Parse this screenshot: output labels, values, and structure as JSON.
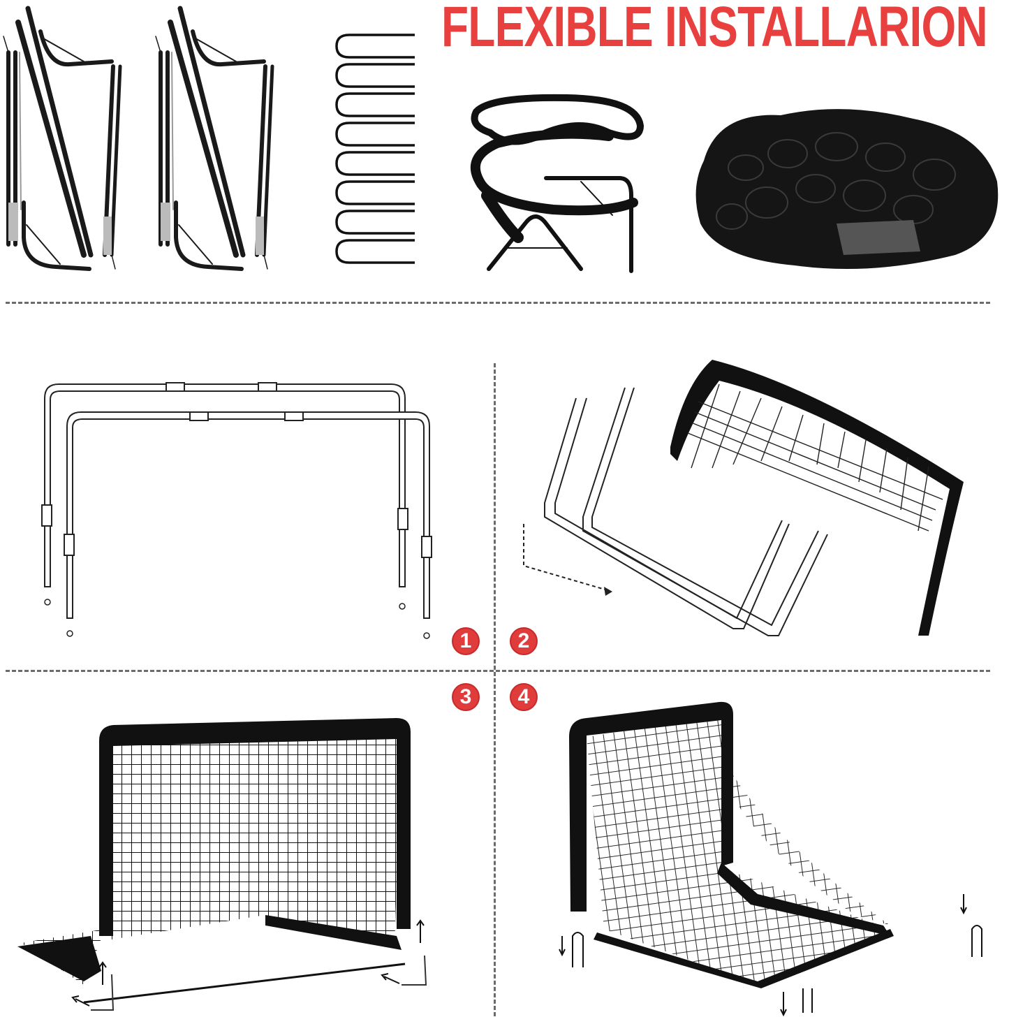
{
  "header": {
    "title": "FLEXIBLE INSTALLARION",
    "title_color": "#e8403f"
  },
  "parts": [
    {
      "name": "frame-pole-set",
      "count": 2,
      "icon": "folded-poles-icon"
    },
    {
      "name": "u-ground-stakes",
      "count": 8,
      "icon": "u-stake-icon"
    },
    {
      "name": "strap-with-corner-bracket",
      "count": 1,
      "icon": "strap-icon"
    },
    {
      "name": "folded-net",
      "count": 1,
      "icon": "net-bundle-icon"
    }
  ],
  "steps": [
    {
      "number": "1",
      "description": "Assemble two U-shaped pole frames",
      "icon": "frame-assembly-icon"
    },
    {
      "number": "2",
      "description": "Slide poles into net sleeves",
      "icon": "insert-poles-icon"
    },
    {
      "number": "3",
      "description": "Attach corner brackets to frame legs",
      "icon": "attach-brackets-icon"
    },
    {
      "number": "4",
      "description": "Secure goal to ground with U-stakes",
      "icon": "stake-goal-icon"
    }
  ],
  "colors": {
    "badge": "#e13c3c",
    "divider": "#6b6b6b",
    "ink": "#111111"
  }
}
